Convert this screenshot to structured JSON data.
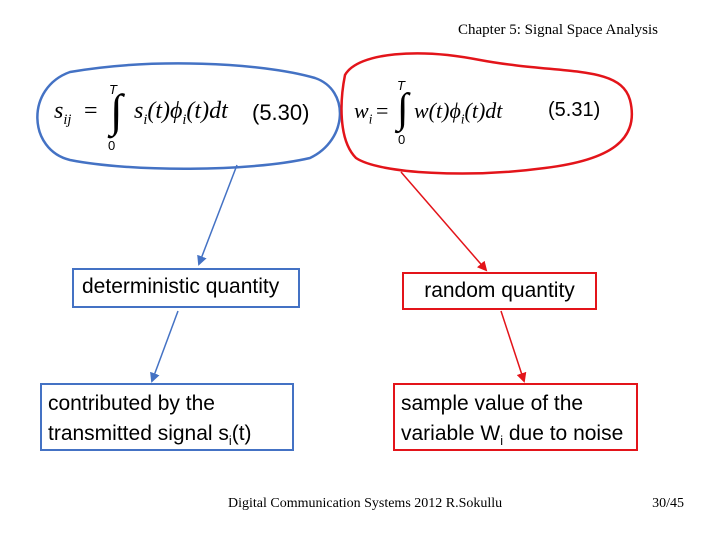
{
  "header": {
    "title": "Chapter 5: Signal Space Analysis"
  },
  "eq_left": {
    "lhs": "s",
    "lhs_sub": "ij",
    "upper": "T",
    "lower": "0",
    "integrand_1": "s",
    "integrand_1_sub": "i",
    "integrand_2": "(t)ϕ",
    "integrand_2_sub": "i",
    "integrand_3": "(t)dt",
    "number": "(5.30)"
  },
  "eq_right": {
    "lhs": "w",
    "lhs_sub": "i",
    "upper": "T",
    "lower": "0",
    "integrand_1": "w(t)ϕ",
    "integrand_1_sub": "i",
    "integrand_2": "(t)dt",
    "number": "(5.31)"
  },
  "boxes": {
    "deterministic": "deterministic quantity",
    "random": "random quantity",
    "contributed_line1": "contributed by the",
    "contributed_line2": "transmitted signal s",
    "contributed_sub": "i",
    "contributed_end": "(t)",
    "sample_line1": "sample value of the",
    "sample_line2": "variable W",
    "sample_sub": "i",
    "sample_end": " due to noise"
  },
  "footer": {
    "text": "Digital Communication Systems 2012 R.Sokullu",
    "page": "30/45"
  },
  "colors": {
    "blue": "#4472c4",
    "red": "#e3141a"
  }
}
